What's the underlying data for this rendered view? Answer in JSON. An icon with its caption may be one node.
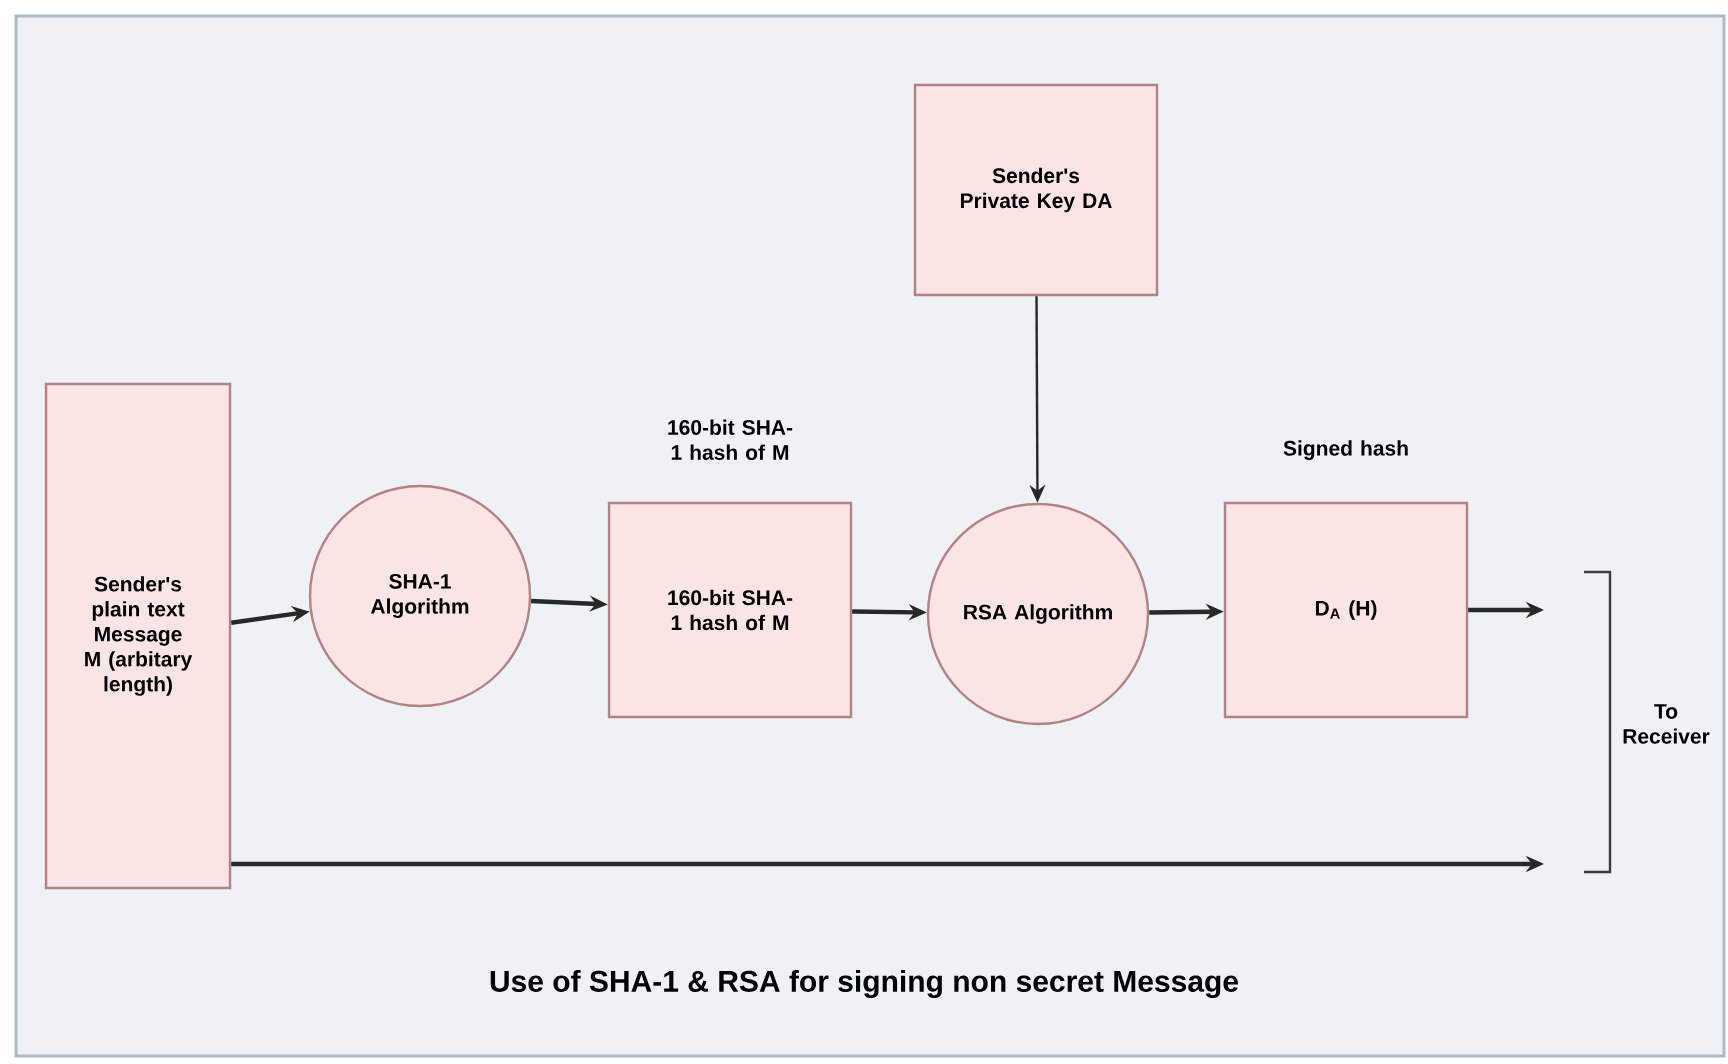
{
  "diagram": {
    "caption": "Use of SHA-1 & RSA for signing non secret Message",
    "nodes": [
      {
        "text": [
          "Sender's plain text Message M (arbitary length)"
        ]
      },
      {
        "text": [
          "SHA-1 Algorithm"
        ]
      },
      {
        "text": [
          "160-bit SHA-1 hash of M"
        ],
        "beside": [
          "160-bit SHA-1 hash of M"
        ]
      },
      {
        "text": [
          "Sender's Private Key DA"
        ]
      },
      {
        "text": [
          "RSA Algorithm"
        ]
      },
      {
        "text": [
          "D$_{A}$ (H)"
        ],
        "beside": [
          "Signed hash"
        ]
      }
    ],
    "edges": [
      {
        "from": 0,
        "to": 1,
        "arrow": "to"
      },
      {
        "from": 1,
        "to": 2,
        "arrow": "to"
      },
      {
        "from": 2,
        "to": 4,
        "arrow": "to"
      },
      {
        "from": 3,
        "to": 4,
        "arrow": "to"
      },
      {
        "from": 4,
        "to": 5,
        "arrow": "to"
      },
      {
        "from": 5,
        "to": null,
        "arrow": "to"
      },
      {
        "from": 0,
        "to": null,
        "arrow": "to"
      }
    ],
    "labels": [
      "To Receiver"
    ]
  }
}
